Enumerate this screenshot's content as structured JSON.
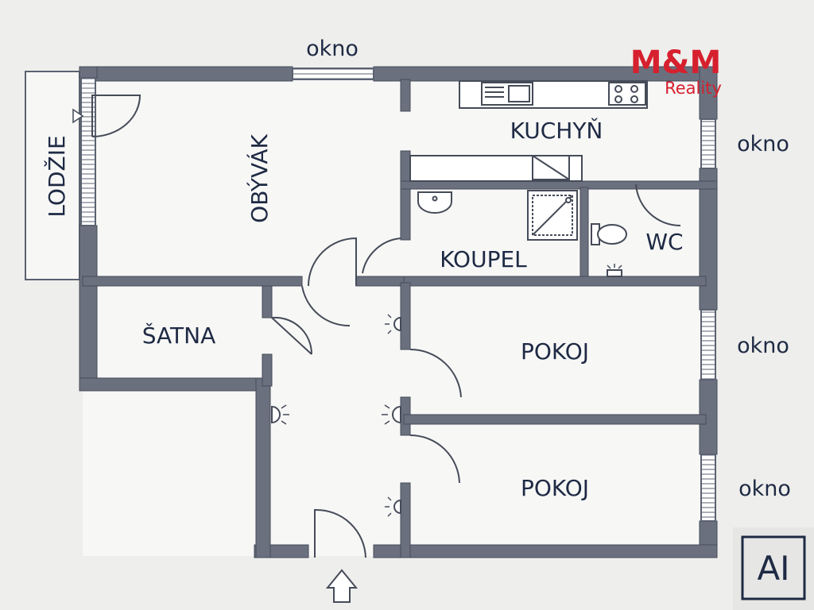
{
  "logo": {
    "main": "M&M",
    "sub": "Reality"
  },
  "rooms": {
    "lodzie": "LODŽIE",
    "obyvak": "OBÝVÁK",
    "kuchyn": "KUCHYŇ",
    "koupel": "KOUPEL",
    "wc": "WC",
    "satna": "ŠATNA",
    "pokoj_1": "POKOJ",
    "pokoj_2": "POKOJ"
  },
  "windows": {
    "top": "okno",
    "kitchen": "okno",
    "pokoj_1": "okno",
    "pokoj_2": "okno"
  },
  "badge": "AI",
  "colors": {
    "wall": "#5b6170",
    "wall_outline": "#454b58",
    "text": "#1e2a44",
    "logo": "#d6202e",
    "floor": "#f7f7f6",
    "background": "#eeeeec"
  }
}
